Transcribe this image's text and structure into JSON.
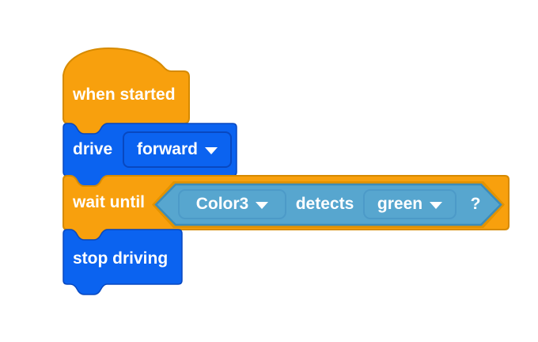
{
  "palette": {
    "events_fill": "#F8A00D",
    "events_border": "#D68A00",
    "socket_rim": "#E29200",
    "drivetrain_fill": "#0B63F0",
    "drivetrain_border": "#0848C0",
    "sensing_fill": "#57A6CF",
    "sensing_border": "#3D8CB8",
    "label_text": "#FFFFFF"
  },
  "script": {
    "when_started": {
      "label": "when started"
    },
    "drive": {
      "label": "drive",
      "direction": "forward"
    },
    "wait_until": {
      "label": "wait until",
      "condition": {
        "sensor": "Color3",
        "verb": "detects",
        "color": "green",
        "suffix": "?"
      }
    },
    "stop_driving": {
      "label": "stop driving"
    }
  }
}
